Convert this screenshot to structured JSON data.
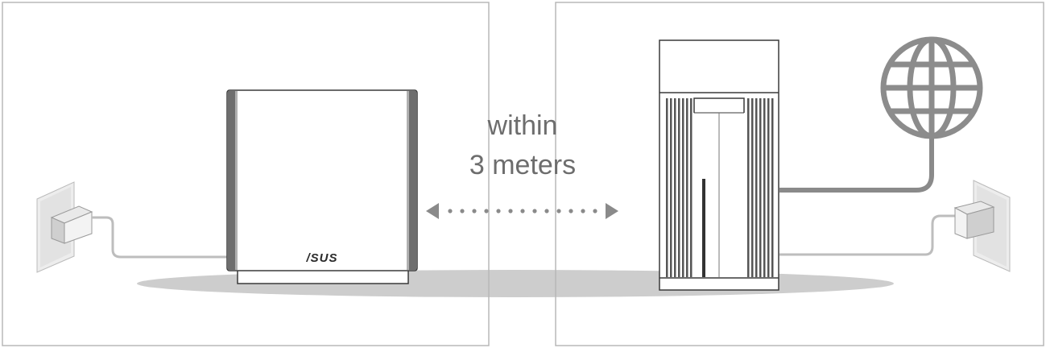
{
  "distance": {
    "line1": "within",
    "line2": "3 meters"
  },
  "node_router": {
    "brand": "/SUS"
  },
  "colors": {
    "frame": "#b8b8b8",
    "shadow": "#cdcdcd",
    "device_stroke": "#3a3a3a",
    "cable": "#bdbdbd",
    "wan_cable": "#8a8a8a",
    "globe": "#8c8c8c",
    "arrow": "#8a8a8a",
    "text": "#6d6d6d"
  },
  "icons": [
    "wall-outlet-icon",
    "power-adapter-icon",
    "globe-icon",
    "double-arrow-icon"
  ]
}
